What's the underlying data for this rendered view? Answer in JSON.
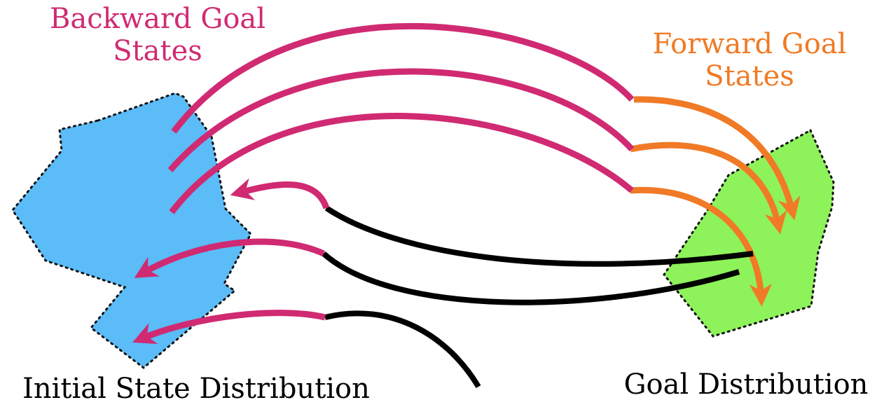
{
  "labels": {
    "backward_line1": "Backward Goal",
    "backward_line2": "States",
    "forward_line1": "Forward Goal",
    "forward_line2": "States",
    "initial": "Initial State Distribution",
    "goal": "Goal Distribution"
  },
  "colors": {
    "backward": "#d02a72",
    "forward": "#f07a25",
    "trajectory": "#000000",
    "initial_region": "#5bbcf7",
    "goal_region": "#8ef25a",
    "text": "#000000"
  }
}
